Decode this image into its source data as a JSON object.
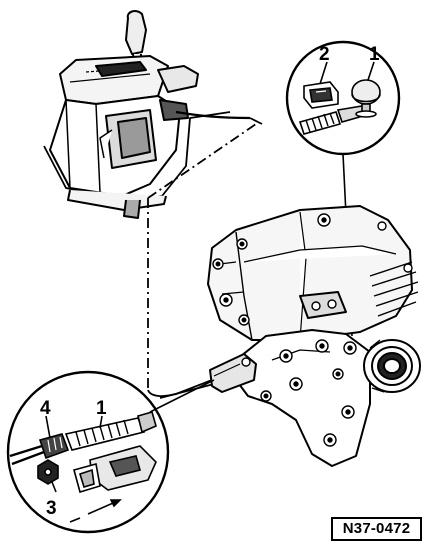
{
  "figure_id": "N37-0472",
  "detail_top": {
    "labels": [
      "2",
      "1"
    ]
  },
  "detail_bottom": {
    "labels": [
      "4",
      "1",
      "3"
    ]
  }
}
